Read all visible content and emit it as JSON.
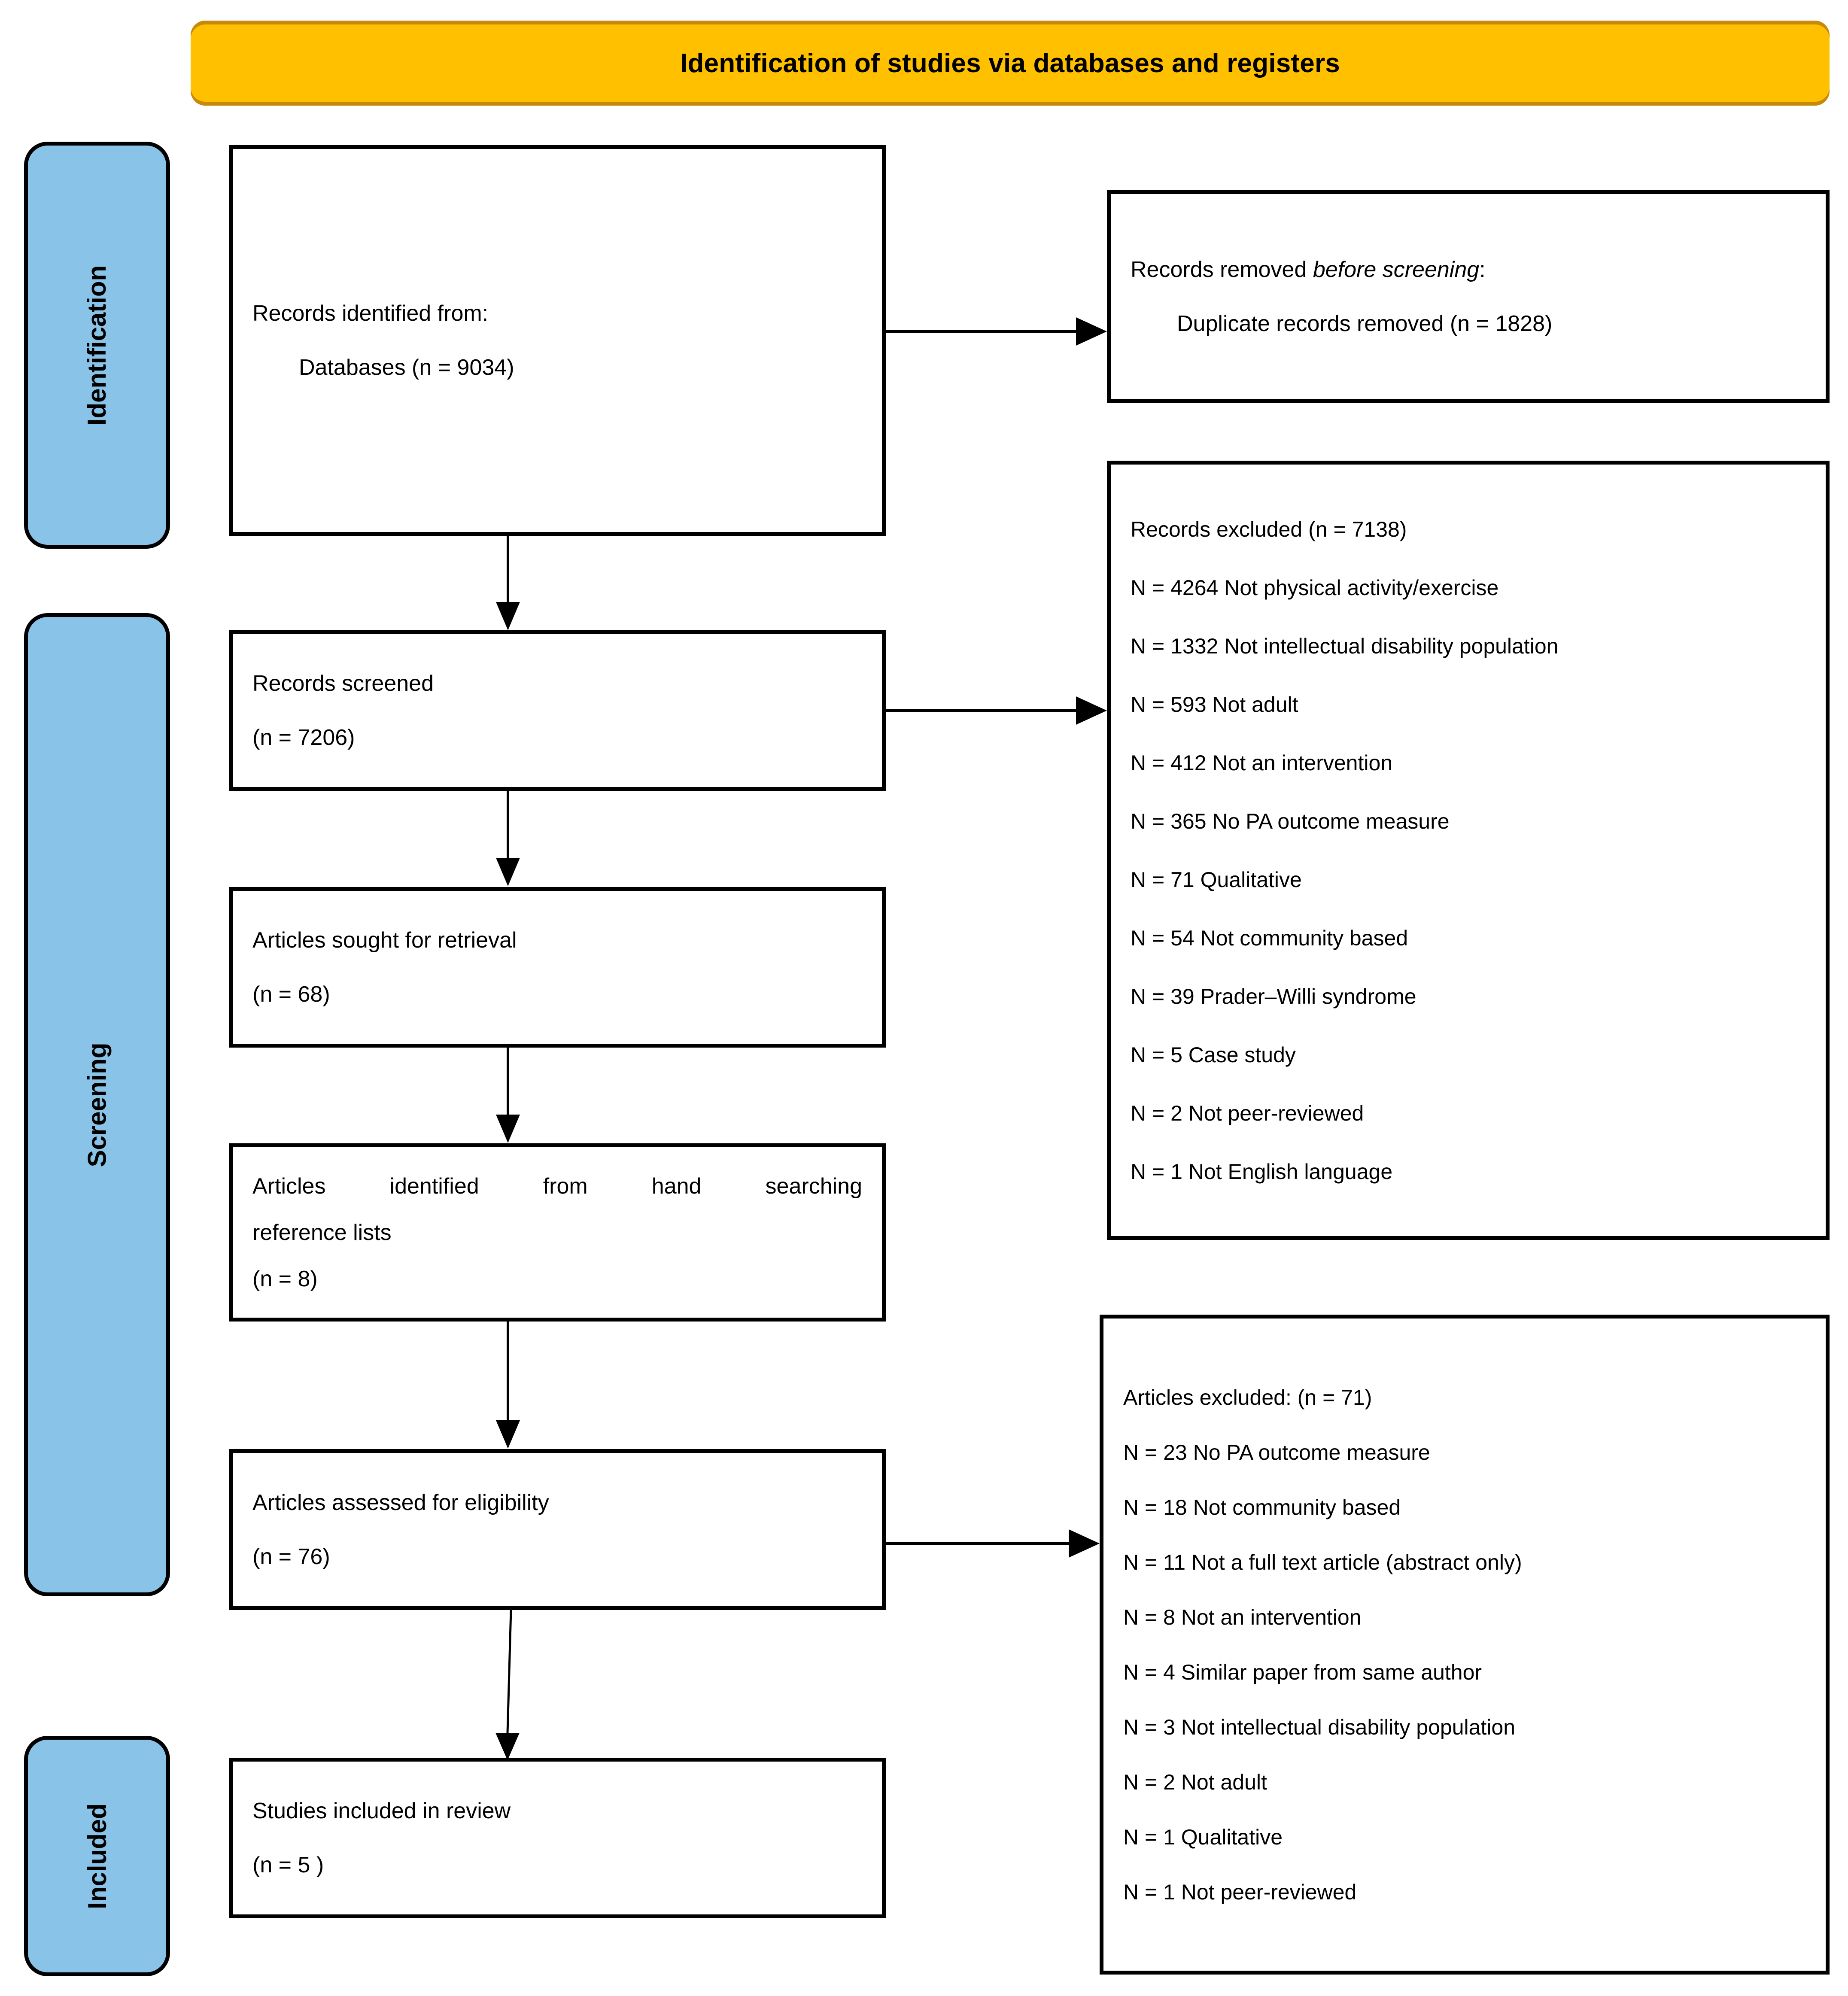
{
  "header": {
    "title": "Identification of studies via databases and registers",
    "bg_color": "#FFC000",
    "edge_color": "#C8880A"
  },
  "stages": [
    {
      "id": "identification",
      "label": "Identification",
      "color": "#8AC3E8"
    },
    {
      "id": "screening",
      "label": "Screening",
      "color": "#8AC3E8"
    },
    {
      "id": "included",
      "label": "Included",
      "color": "#8AC3E8"
    }
  ],
  "boxes": {
    "identified": {
      "line1": "Records identified from:",
      "line2": "Databases (n = 9034)"
    },
    "removed": {
      "line1_pre": "Records removed ",
      "line1_em": "before screening",
      "line1_post": ":",
      "line2": "Duplicate records removed (n = 1828)"
    },
    "screened": {
      "line1": "Records screened",
      "line2": "(n = 7206)"
    },
    "excluded_records": {
      "heading": "Records excluded (n = 7138)",
      "items": [
        "N = 4264 Not physical activity/exercise",
        "N = 1332 Not intellectual disability population",
        "N = 593 Not adult",
        "N = 412 Not an intervention",
        "N = 365 No PA outcome measure",
        "N = 71 Qualitative",
        "N = 54 Not community based",
        "N = 39 Prader–Willi syndrome",
        "N = 5 Case study",
        "N = 2 Not peer-reviewed",
        "N = 1 Not English language"
      ]
    },
    "sought": {
      "line1": "Articles sought for retrieval",
      "line2": "(n = 68)"
    },
    "handsearch": {
      "line1": "Articles identified from hand searching",
      "line2": "reference lists",
      "line3": "(n = 8)"
    },
    "eligibility": {
      "line1": "Articles assessed for eligibility",
      "line2": "(n = 76)"
    },
    "excluded_articles": {
      "heading": "Articles excluded: (n = 71)",
      "items": [
        "N = 23 No PA outcome measure",
        "N = 18 Not community based",
        "N = 11 Not a full text article (abstract only)",
        "N = 8 Not an intervention",
        "N = 4 Similar paper from same author",
        "N = 3 Not intellectual disability population",
        "N = 2 Not adult",
        "N = 1 Qualitative",
        "N = 1 Not peer-reviewed"
      ]
    },
    "included": {
      "line1": "Studies included in review",
      "line2": "(n = 5 )"
    }
  }
}
